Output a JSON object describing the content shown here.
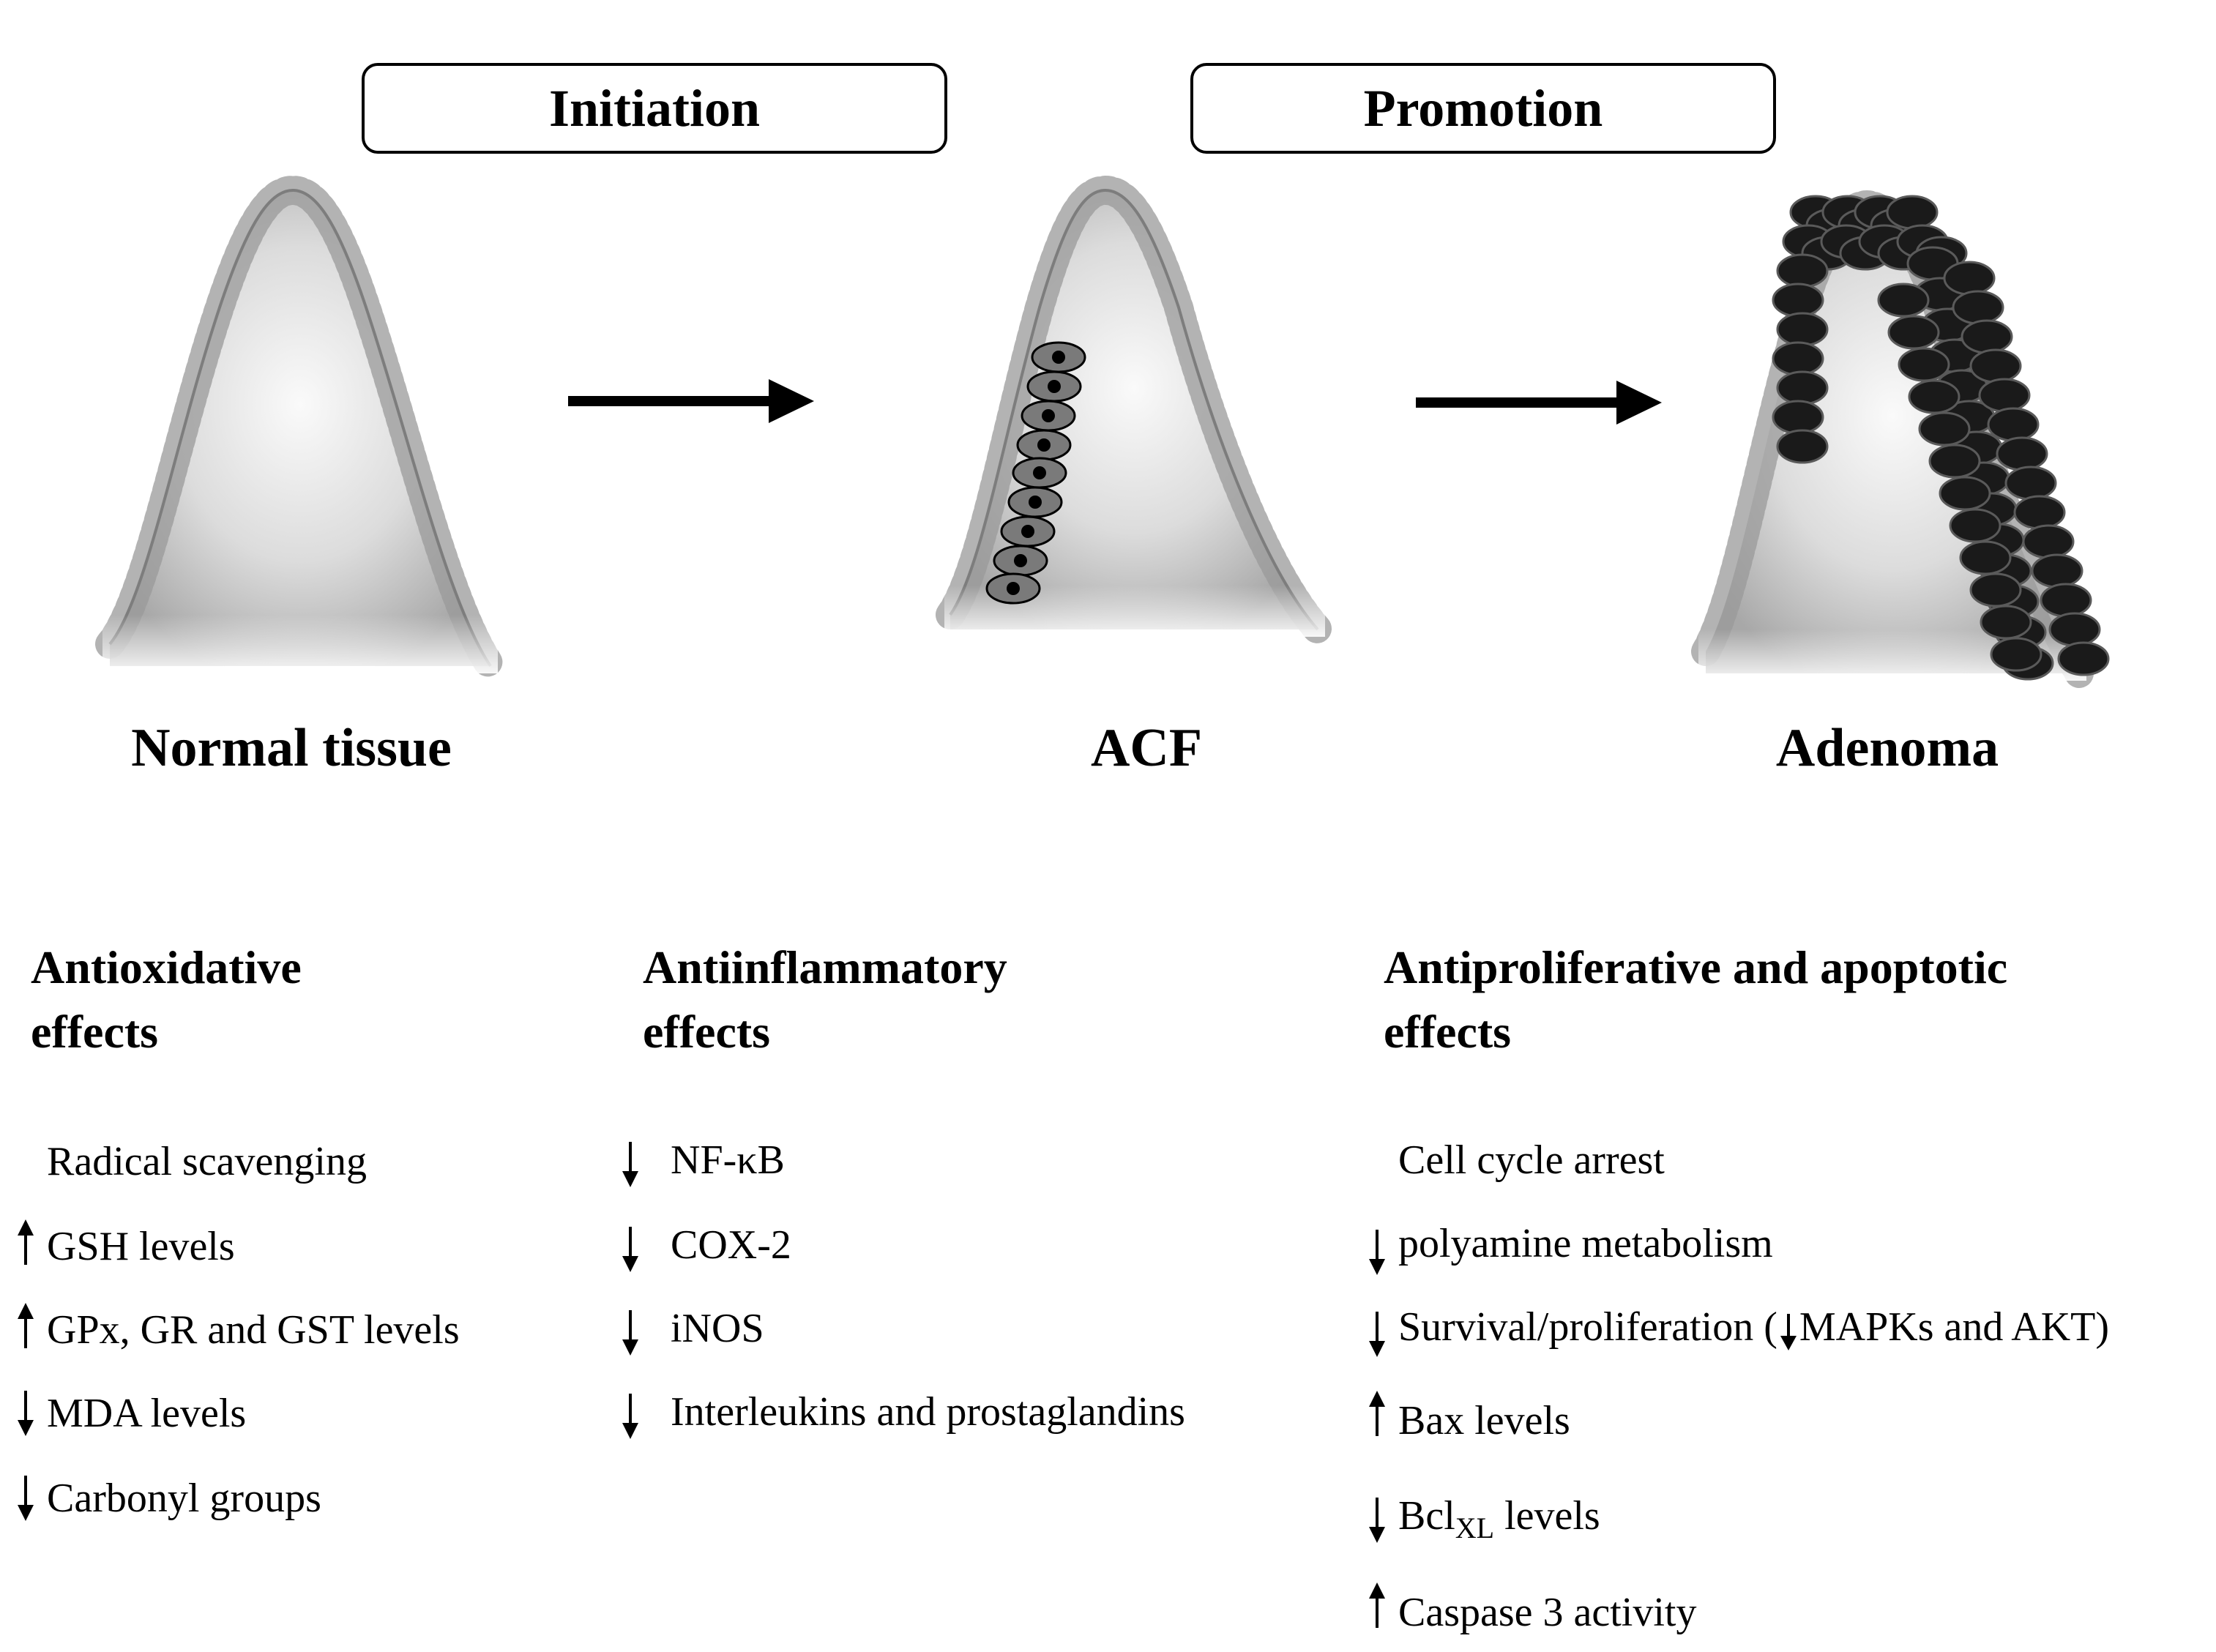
{
  "stages": {
    "initiation": "Initiation",
    "promotion": "Promotion"
  },
  "tissues": {
    "normal": "Normal tissue",
    "acf": "ACF",
    "adenoma": "Adenoma"
  },
  "columns": {
    "antioxidative": {
      "heading_line1": "Antioxidative",
      "heading_line2": "effects",
      "items": [
        {
          "text": "Radical scavenging",
          "arrow": "none"
        },
        {
          "text": "GSH levels",
          "arrow": "up"
        },
        {
          "text": "GPx, GR and GST levels",
          "arrow": "up"
        },
        {
          "text": "MDA levels",
          "arrow": "down"
        },
        {
          "text": "Carbonyl groups",
          "arrow": "down"
        }
      ]
    },
    "antiinflammatory": {
      "heading_line1": "Antiinflammatory",
      "heading_line2": "effects",
      "items": [
        {
          "text": "NF-κB",
          "arrow": "down"
        },
        {
          "text": "COX-2",
          "arrow": "down"
        },
        {
          "text": "iNOS",
          "arrow": "down"
        },
        {
          "text": "Interleukins and prostaglandins",
          "arrow": "down"
        }
      ]
    },
    "antiproliferative": {
      "heading_line1": "Antiproliferative and apoptotic",
      "heading_line2": "effects",
      "items": [
        {
          "text": "Cell cycle arrest",
          "arrow": "none"
        },
        {
          "text": "polyamine metabolism",
          "arrow": "down"
        },
        {
          "text_before": "Survival/proliferation (",
          "text_after": "MAPKs  and AKT)",
          "arrow": "down"
        },
        {
          "text": "Bax  levels",
          "arrow": "up"
        },
        {
          "text_main": "Bcl",
          "text_sub": "XL",
          "text_after": "  levels",
          "arrow": "down"
        },
        {
          "text": "Caspase 3 activity",
          "arrow": "up"
        }
      ]
    }
  },
  "colors": {
    "tissue_light": "#f2f2f2",
    "tissue_mid": "#bdbdbd",
    "tissue_edge": "#8a8a8a",
    "cell_fill": "#7a7a7a",
    "nucleus": "#000000"
  }
}
